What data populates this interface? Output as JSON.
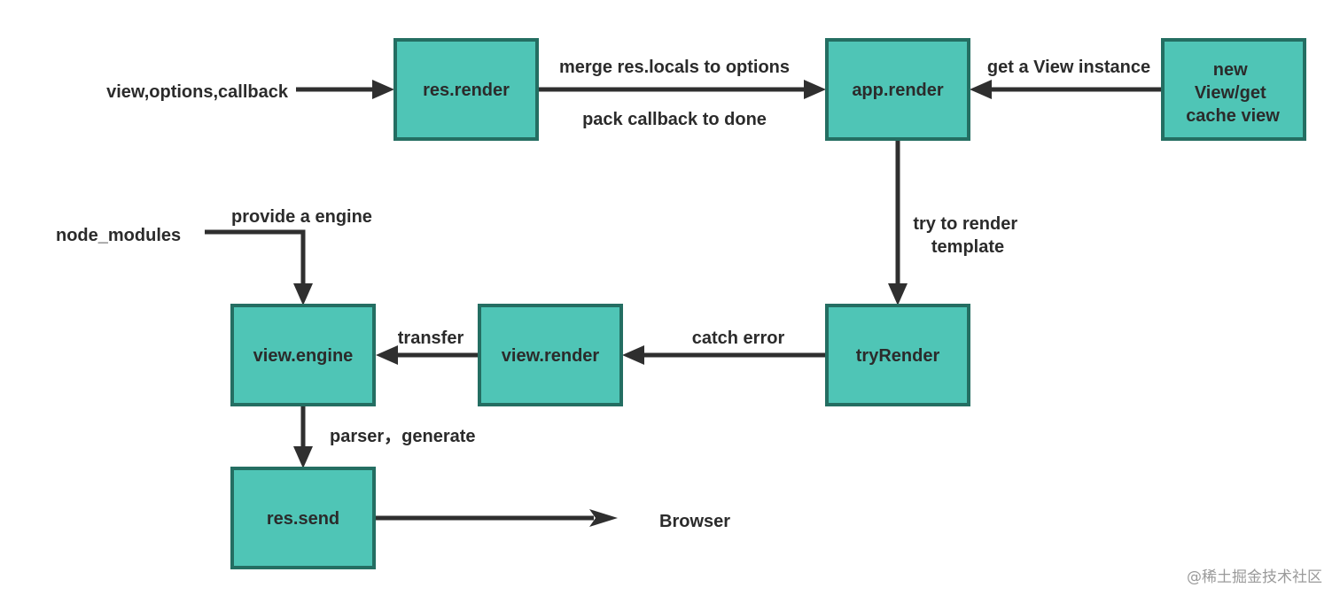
{
  "nodes": {
    "res_render": "res.render",
    "app_render": "app.render",
    "new_view": [
      "new",
      "View/get",
      "cache view"
    ],
    "try_render": "tryRender",
    "view_render": "view.render",
    "view_engine": "view.engine",
    "res_send": "res.send"
  },
  "labels": {
    "input": "view,options,callback",
    "merge": "merge res.locals to options",
    "pack": "pack callback to done",
    "get_view": "get a View instance",
    "try_template": [
      "try to render",
      "template"
    ],
    "catch_error": "catch error",
    "transfer": "transfer",
    "node_modules": "node_modules",
    "provide_engine": "provide a engine",
    "parser_generate": "parser，generate",
    "browser": "Browser"
  },
  "watermark": "@稀土掘金技术社区",
  "colors": {
    "node_fill": "#4fc5b6",
    "node_border": "#246e62",
    "arrow": "#2f2f2f",
    "text": "#2b2b2b"
  }
}
